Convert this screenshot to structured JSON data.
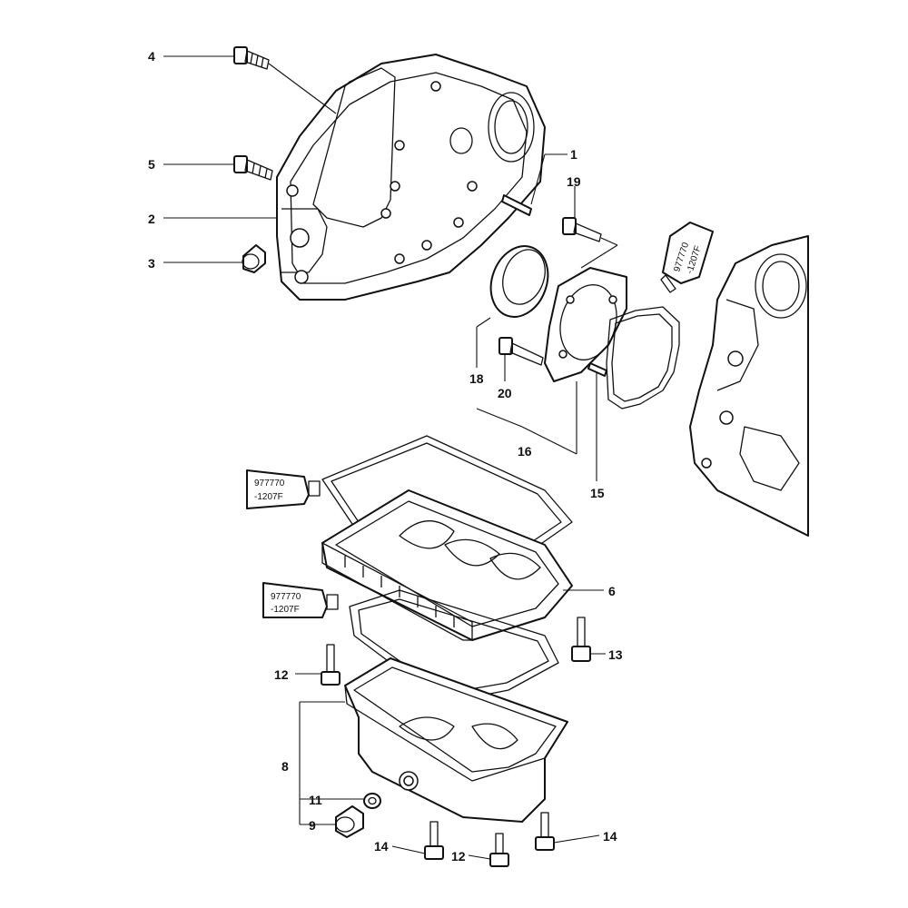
{
  "callouts": {
    "c1": "1",
    "c2": "2",
    "c3": "3",
    "c4": "4",
    "c5": "5",
    "c6": "6",
    "c8": "8",
    "c9": "9",
    "c11": "11",
    "c12a": "12",
    "c12b": "12",
    "c13": "13",
    "c14a": "14",
    "c14b": "14",
    "c15": "15",
    "c16": "16",
    "c18": "18",
    "c19": "19",
    "c20": "20"
  },
  "sealant_tubes": [
    {
      "line1": "977770",
      "line2": "-1207F"
    },
    {
      "line1": "977770",
      "line2": "-1207F"
    },
    {
      "line1": "977770",
      "line2": "-1207F"
    }
  ]
}
